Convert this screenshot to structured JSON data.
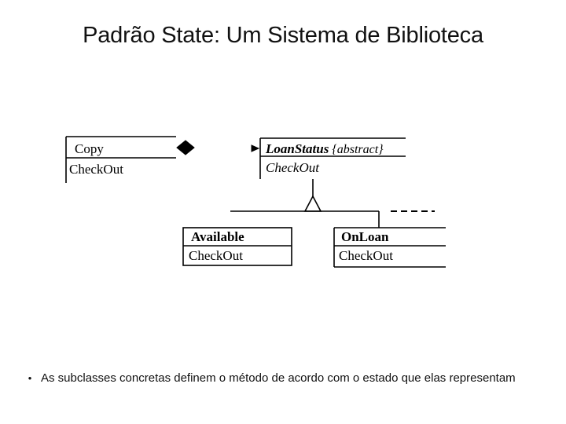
{
  "slide": {
    "title": "Padrão State: Um Sistema de Biblioteca",
    "background_color": "#ffffff",
    "text_color": "#111111"
  },
  "diagram": {
    "type": "uml-class-diagram",
    "stroke_color": "#000000",
    "classes": [
      {
        "id": "copy",
        "name": "Copy",
        "stereotype": "",
        "abstract": false,
        "operations": [
          "CheckOut"
        ]
      },
      {
        "id": "loanstatus",
        "name": "LoanStatus",
        "stereotype": "{abstract}",
        "abstract": true,
        "operations": [
          "CheckOut"
        ]
      },
      {
        "id": "available",
        "name": "Available",
        "stereotype": "",
        "abstract": false,
        "operations": [
          "CheckOut"
        ]
      },
      {
        "id": "onloan",
        "name": "OnLoan",
        "stereotype": "",
        "abstract": false,
        "operations": [
          "CheckOut"
        ]
      }
    ],
    "relationships": [
      {
        "kind": "composition",
        "from": "copy",
        "to": "loanstatus",
        "source_decoration": "filled-diamond",
        "target_decoration": "open-arrow"
      },
      {
        "kind": "generalization",
        "from": "available",
        "to": "loanstatus",
        "target_decoration": "hollow-triangle"
      },
      {
        "kind": "generalization",
        "from": "onloan",
        "to": "loanstatus",
        "target_decoration": "hollow-triangle"
      },
      {
        "kind": "dashed-segment",
        "from": "onloan",
        "to": "",
        "target_decoration": "none"
      }
    ]
  },
  "body": {
    "bullets": [
      {
        "marker": "•",
        "text": "As subclasses concretas definem o método de acordo com o estado que elas representam"
      }
    ]
  }
}
